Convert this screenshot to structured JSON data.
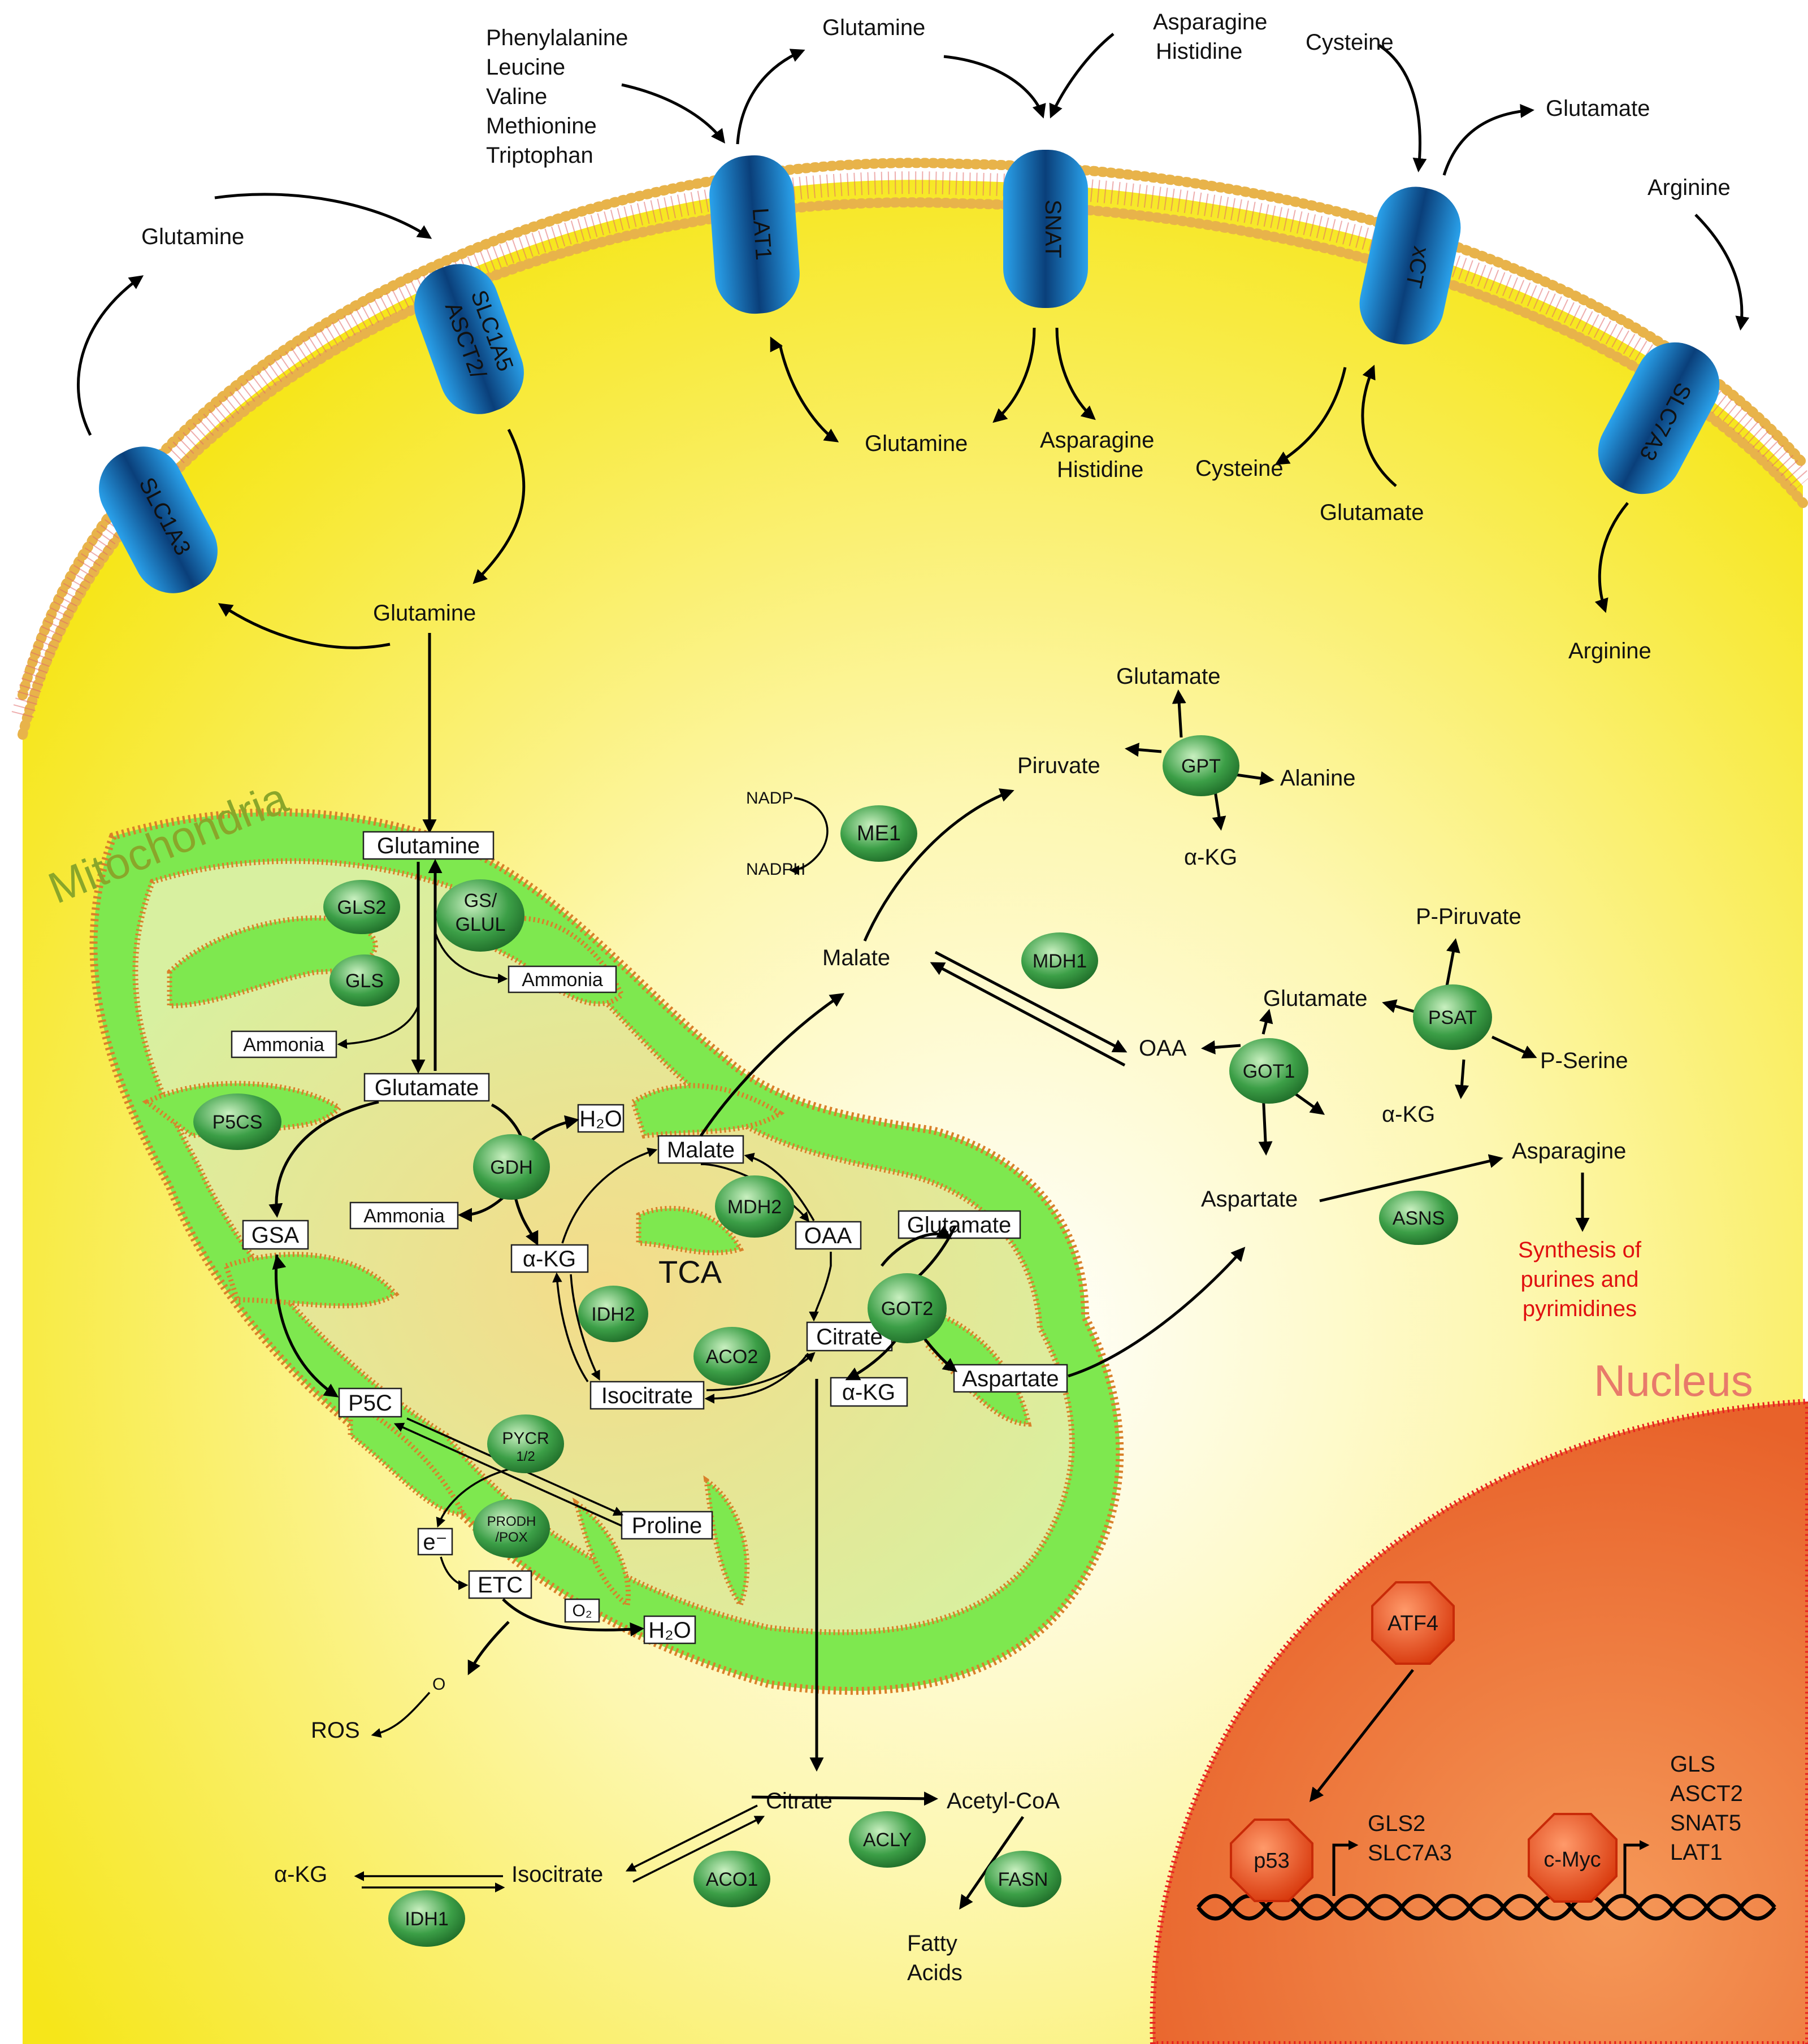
{
  "diagram": {
    "sections": {
      "mitochondria": "Mitochondria",
      "nucleus": "Nucleus",
      "tca": "TCA"
    },
    "colors": {
      "cell_fill": "#f7ec1a",
      "mito_outer": "#7ee84f",
      "mito_inner": "#d9f2a6",
      "membrane": "#d9802a",
      "transporter": "#1a78c8",
      "enzyme": "#2f9a3e",
      "nucleus": "#ee7a3a",
      "tf": "#e84a18",
      "mito_label": "#8aa62a",
      "nucleus_label": "#e87a6a",
      "synthesis_text": "#e01010"
    },
    "transporters": {
      "slc1a3": "SLC1A3",
      "asct2_l1": "ASCT2/",
      "asct2_l2": "SLC1A5",
      "lat1": "LAT1",
      "snat": "SNAT",
      "xct": "xCT",
      "slc7a3": "SLC7A3"
    },
    "extracellular": {
      "glutamine_left": "Glutamine",
      "aa_1": "Phenylalanine",
      "aa_2": "Leucine",
      "aa_3": "Valine",
      "aa_4": "Methionine",
      "aa_5": "Triptophan",
      "glutamine_top": "Glutamine",
      "asn_his_1": "Asparagine",
      "asn_his_2": "Histidine",
      "cysteine": "Cysteine",
      "glutamate": "Glutamate",
      "arginine": "Arginine"
    },
    "cytosol": {
      "glutamine_main": "Glutamine",
      "glutamine_lat": "Glutamine",
      "asn_1": "Asparagine",
      "asn_2": "Histidine",
      "cysteine": "Cysteine",
      "glutamate": "Glutamate",
      "arginine": "Arginine",
      "nadp": "NADP",
      "nadph": "NADPH",
      "malate": "Malate",
      "piruvate": "Piruvate",
      "glutamate_gpt": "Glutamate",
      "alanine": "Alanine",
      "akg_gpt": "α-KG",
      "oaa": "OAA",
      "glutamate_got1": "Glutamate",
      "ppiruvate": "P-Piruvate",
      "pserine": "P-Serine",
      "akg_psat": "α-KG",
      "aspartate": "Aspartate",
      "asparagine": "Asparagine",
      "synth_1": "Synthesis of",
      "synth_2": "purines and",
      "synth_3": "pyrimidines",
      "ros": "ROS",
      "o2": "O",
      "citrate": "Citrate",
      "acetylcoa": "Acetyl-CoA",
      "fatty_1": "Fatty",
      "fatty_2": "Acids",
      "isocitrate": "Isocitrate",
      "akg": "α-KG"
    },
    "mito_boxes": {
      "glutamine": "Glutamine",
      "ammonia_1": "Ammonia",
      "ammonia_2": "Ammonia",
      "glutamate": "Glutamate",
      "h2o": "H₂O",
      "ammonia_3": "Ammonia",
      "gsa": "GSA",
      "malate": "Malate",
      "akg": "α-KG",
      "oaa": "OAA",
      "glutamate_got2": "Glutamate",
      "citrate": "Citrate",
      "isocitrate": "Isocitrate",
      "akg_got2": "α-KG",
      "aspartate": "Aspartate",
      "p5c": "P5C",
      "proline": "Proline",
      "e": "e⁻",
      "etc": "ETC",
      "o2": "O₂",
      "h2o_etc": "H₂O"
    },
    "enzymes": {
      "gls2": "GLS2",
      "gs_1": "GS/",
      "gs_2": "GLUL",
      "gls": "GLS",
      "p5cs": "P5CS",
      "gdh": "GDH",
      "mdh2": "MDH2",
      "idh2": "IDH2",
      "aco2": "ACO2",
      "got2": "GOT2",
      "pycr_1": "PYCR",
      "pycr_2": "1/2",
      "prodh_1": "PRODH",
      "prodh_2": "/POX",
      "me1": "ME1",
      "gpt": "GPT",
      "mdh1": "MDH1",
      "got1": "GOT1",
      "psat": "PSAT",
      "asns": "ASNS",
      "acly": "ACLY",
      "aco1": "ACO1",
      "fasn": "FASN",
      "idh1": "IDH1"
    },
    "nucleus": {
      "atf4": "ATF4",
      "p53": "p53",
      "p53_t1": "GLS2",
      "p53_t2": "SLC7A3",
      "cmyc": "c-Myc",
      "cmyc_t1": "GLS",
      "cmyc_t2": "ASCT2",
      "cmyc_t3": "SNAT5",
      "cmyc_t4": "LAT1"
    }
  }
}
